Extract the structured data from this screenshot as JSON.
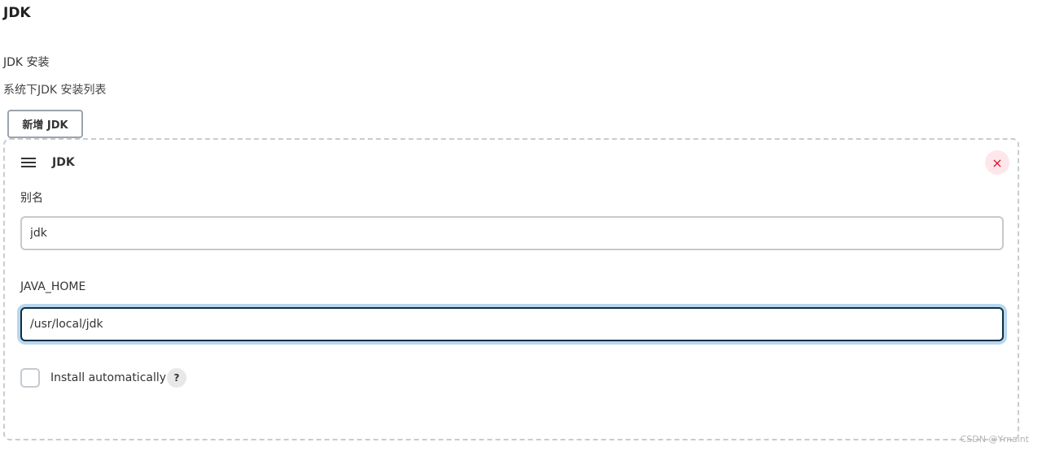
{
  "section": {
    "title": "JDK",
    "subtitle": "JDK 安装",
    "description": "系统下JDK 安装列表",
    "add_button_label": "新增 JDK"
  },
  "card": {
    "title": "JDK",
    "delete_icon": "×",
    "alias_label": "别名",
    "alias_value": "jdk",
    "java_home_label": "JAVA_HOME",
    "java_home_value": "/usr/local/jdk",
    "install_checkbox_label": "Install automatically",
    "install_checked": false,
    "help_label": "?"
  },
  "watermark": "CSDN @Ymaint",
  "colors": {
    "focus_border": "#0b2f45",
    "focus_ring": "#b8d7ef",
    "delete_bg": "#fde7ea",
    "delete_icon": "#e0122f"
  }
}
